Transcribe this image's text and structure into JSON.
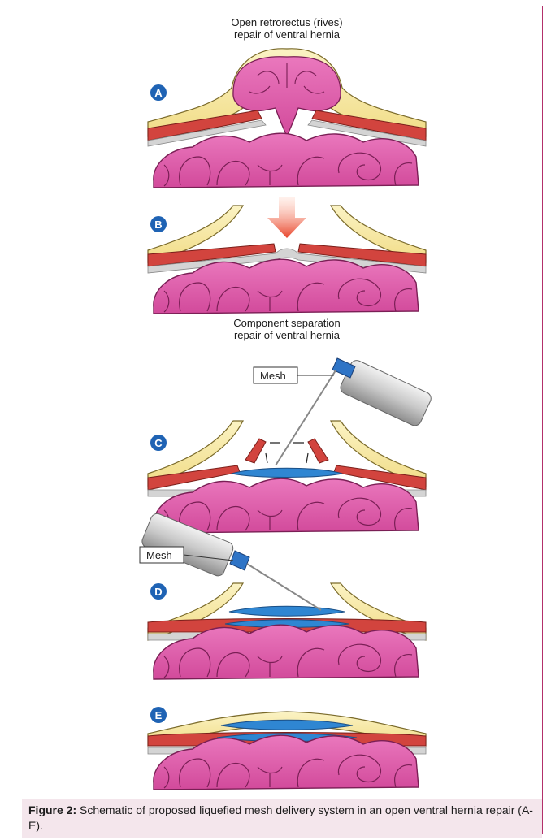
{
  "figure": {
    "title_top": [
      "Open retrorectus (rives)",
      "repair of ventral hernia"
    ],
    "title_mid": [
      "Component separation",
      "repair of ventral hernia"
    ],
    "panels": [
      {
        "label": "A"
      },
      {
        "label": "B"
      },
      {
        "label": "C",
        "callout": "Mesh"
      },
      {
        "label": "D",
        "callout": "Mesh"
      },
      {
        "label": "E"
      }
    ]
  },
  "caption": {
    "prefix": "Figure 2:",
    "text": " Schematic of proposed liquefied mesh delivery system in an open ventral hernia repair (A-E)."
  },
  "colors": {
    "frame": "#b3306b",
    "caption_bg": "#f4e6ec",
    "bowel": "#e05aa8",
    "fat": "#f6e9a6",
    "muscle": "#d2443e",
    "fascia": "#c9c9c9",
    "mesh": "#2f86d2",
    "label_circle": "#1f63b4",
    "arrow": "#ee5a3a"
  }
}
